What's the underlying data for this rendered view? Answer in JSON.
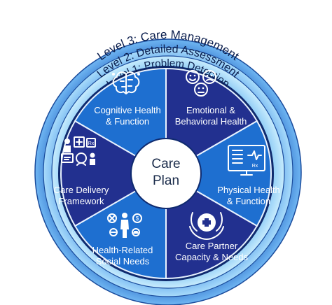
{
  "levels": [
    {
      "label": "Level 3: Care Management",
      "color": "#3d7fd6"
    },
    {
      "label": "Level 2: Detailed Assessment",
      "color": "#6aaef0"
    },
    {
      "label": "Level 1: Problem Detection",
      "color": "#95d2f7"
    }
  ],
  "center": {
    "line1": "Care",
    "line2": "Plan"
  },
  "segments": [
    {
      "line1": "Cognitive Health",
      "line2": "& Function",
      "icon": "brain-icon",
      "color": "#1e6fd0"
    },
    {
      "line1": "Emotional &",
      "line2": "Behavioral Health",
      "icon": "emotion-faces-icon",
      "color": "#22308f"
    },
    {
      "line1": "Physical Health",
      "line2": "& Function",
      "icon": "medical-monitor-icon",
      "color": "#1e6fd0"
    },
    {
      "line1": "Care Partner",
      "line2": "Capacity & Needs",
      "icon": "caring-hands-icon",
      "color": "#22308f"
    },
    {
      "line1": "Health-Related",
      "line2": "Social Needs",
      "icon": "social-needs-icon",
      "color": "#1e6fd0"
    },
    {
      "line1": "Care Delivery",
      "line2": "Framework",
      "icon": "care-delivery-icon",
      "color": "#22308f"
    }
  ]
}
